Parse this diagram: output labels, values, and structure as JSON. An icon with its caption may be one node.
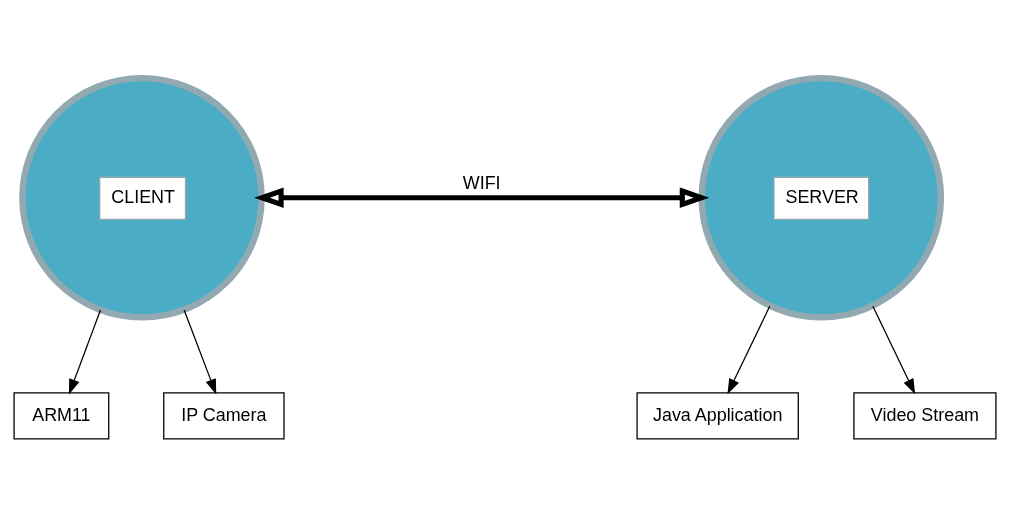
{
  "diagram": {
    "nodes": [
      {
        "text": [
          "CLIENT"
        ]
      },
      {
        "text": [
          "ARM11"
        ]
      },
      {
        "text": [
          "IP Camera"
        ]
      },
      {
        "text": [
          "SERVER"
        ]
      },
      {
        "text": [
          "Java Application"
        ]
      },
      {
        "text": [
          "Video Stream"
        ]
      }
    ],
    "edges": [
      {
        "from": 0,
        "to": 3,
        "arrow": "both",
        "label": "WIFI",
        "style": "thick"
      },
      {
        "from": 0,
        "to": 1,
        "arrow": "to"
      },
      {
        "from": 0,
        "to": 2,
        "arrow": "to"
      },
      {
        "from": 3,
        "to": 4,
        "arrow": "to"
      },
      {
        "from": 3,
        "to": 5,
        "arrow": "to"
      }
    ]
  }
}
